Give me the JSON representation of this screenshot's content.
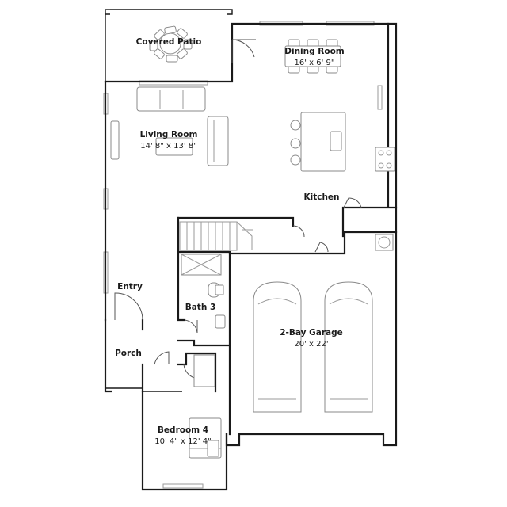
{
  "rooms": {
    "covered_patio": {
      "name": "Covered Patio"
    },
    "dining_room": {
      "name": "Dining Room",
      "dims": "16' x 6' 9\""
    },
    "living_room": {
      "name": "Living Room",
      "dims": "14' 8\" x 13' 8\""
    },
    "kitchen": {
      "name": "Kitchen"
    },
    "entry": {
      "name": "Entry"
    },
    "bath_3": {
      "name": "Bath 3"
    },
    "porch": {
      "name": "Porch"
    },
    "garage": {
      "name": "2-Bay Garage",
      "dims": "20' x 22'"
    },
    "bedroom_4": {
      "name": "Bedroom 4",
      "dims": "10' 4\" x 12' 4\""
    }
  }
}
